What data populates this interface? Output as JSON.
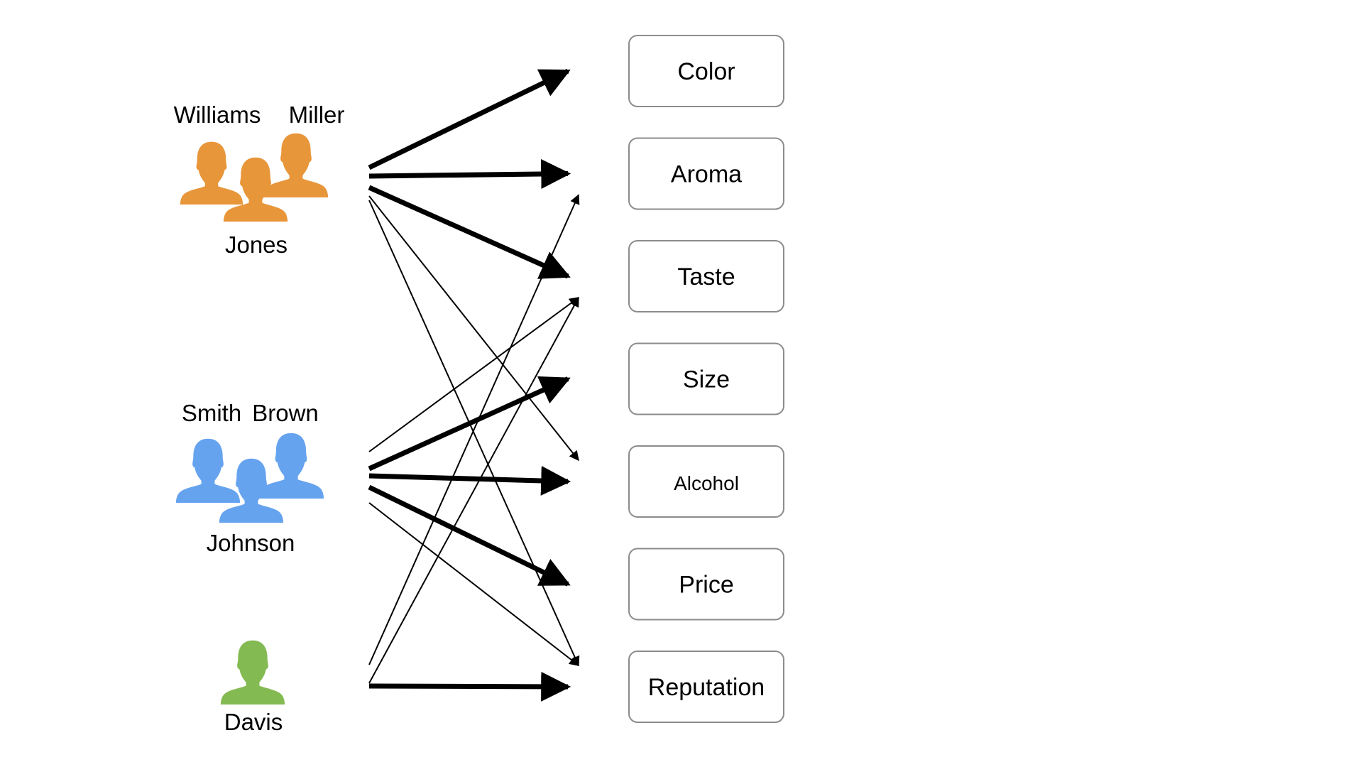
{
  "colors": {
    "group1": "#E8963A",
    "group2": "#66A3EF",
    "group3": "#84BA52",
    "arrow": "#000000",
    "box_border": "#8C8C8C"
  },
  "groups": [
    {
      "id": "group1",
      "icon": "people-group-icon",
      "members": [
        "Williams",
        "Miller",
        "Jones"
      ]
    },
    {
      "id": "group2",
      "icon": "people-group-icon",
      "members": [
        "Smith",
        "Brown",
        "Johnson"
      ]
    },
    {
      "id": "group3",
      "icon": "person-icon",
      "members": [
        "Davis"
      ]
    }
  ],
  "attributes": [
    "Color",
    "Aroma",
    "Taste",
    "Size",
    "Alcohol",
    "Price",
    "Reputation"
  ],
  "links": [
    {
      "from": "group1",
      "to": "Color",
      "weight": "strong"
    },
    {
      "from": "group1",
      "to": "Aroma",
      "weight": "strong"
    },
    {
      "from": "group1",
      "to": "Taste",
      "weight": "strong"
    },
    {
      "from": "group1",
      "to": "Alcohol",
      "weight": "weak"
    },
    {
      "from": "group1",
      "to": "Reputation",
      "weight": "weak"
    },
    {
      "from": "group2",
      "to": "Taste",
      "weight": "weak"
    },
    {
      "from": "group2",
      "to": "Size",
      "weight": "strong"
    },
    {
      "from": "group2",
      "to": "Alcohol",
      "weight": "strong"
    },
    {
      "from": "group2",
      "to": "Price",
      "weight": "strong"
    },
    {
      "from": "group2",
      "to": "Reputation",
      "weight": "weak"
    },
    {
      "from": "group3",
      "to": "Aroma",
      "weight": "weak"
    },
    {
      "from": "group3",
      "to": "Taste",
      "weight": "weak"
    },
    {
      "from": "group3",
      "to": "Reputation",
      "weight": "strong"
    }
  ]
}
